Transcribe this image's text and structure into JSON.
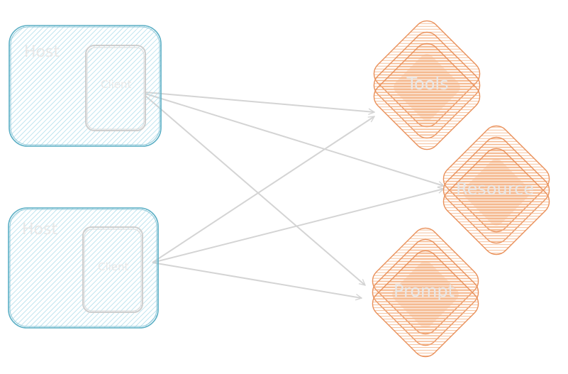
{
  "colors": {
    "background": "#ffffff",
    "host_fill": "#a5d8e8",
    "host_stroke": "#5aaec4",
    "client_stroke": "#cfcfcf",
    "node_fill": "#f4b183",
    "node_stroke": "#e9905a",
    "arrow": "#d4d4d4",
    "label": "#e8e8e8"
  },
  "hosts": [
    {
      "id": "host1",
      "label": "Host",
      "client_label": "Client"
    },
    {
      "id": "host2",
      "label": "Host",
      "client_label": "Client"
    }
  ],
  "nodes": [
    {
      "id": "tools",
      "label": "Tools"
    },
    {
      "id": "resource",
      "label": "Resource"
    },
    {
      "id": "prompt",
      "label": "Prompt"
    }
  ],
  "edges": [
    {
      "from": "host1",
      "to": "tools"
    },
    {
      "from": "host1",
      "to": "resource"
    },
    {
      "from": "host1",
      "to": "prompt"
    },
    {
      "from": "host2",
      "to": "tools"
    },
    {
      "from": "host2",
      "to": "resource"
    },
    {
      "from": "host2",
      "to": "prompt"
    }
  ]
}
